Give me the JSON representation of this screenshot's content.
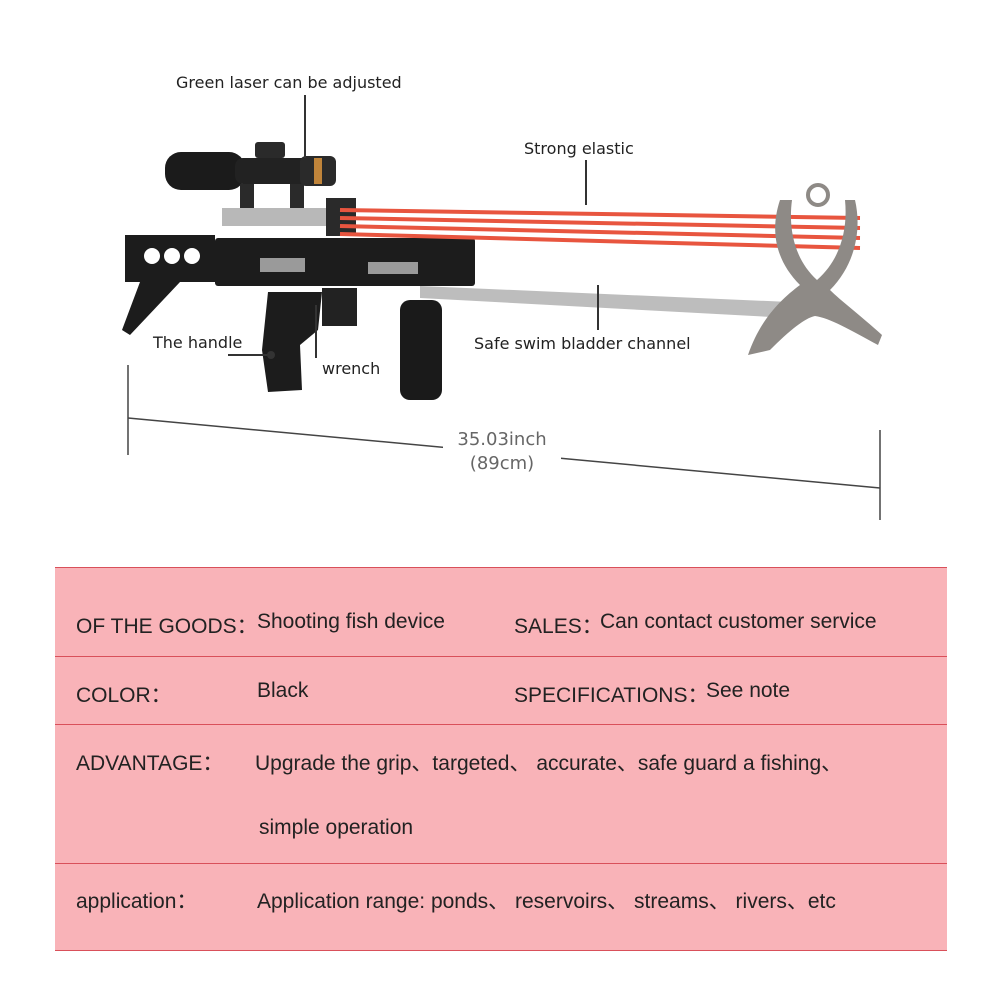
{
  "callouts": {
    "laser": "Green laser can be adjusted",
    "elastic": "Strong elastic",
    "handle": "The handle",
    "wrench": "wrench",
    "channel": "Safe swim bladder channel"
  },
  "dimension": {
    "imperial": "35.03inch",
    "metric": "(89cm)"
  },
  "colors": {
    "table_bg": "#f9b3b8",
    "table_line": "#d9505a",
    "elastic_band": "#e8553f",
    "body": "#1c1c1c"
  },
  "specs": {
    "goods_label": "OF THE GOODS：",
    "goods_value": "Shooting fish device",
    "sales_label": "SALES：",
    "sales_value": "Can contact customer service",
    "color_label": "COLOR：",
    "color_value": "Black",
    "specifications_label": "SPECIFICATIONS：",
    "specifications_value": "See note",
    "advantage_label": "ADVANTAGE：",
    "advantage_line1": "Upgrade the grip、targeted、 accurate、safe guard a fishing、",
    "advantage_line2": "simple operation",
    "application_label": "application：",
    "application_value": "Application range: ponds、 reservoirs、 streams、 rivers、etc"
  }
}
